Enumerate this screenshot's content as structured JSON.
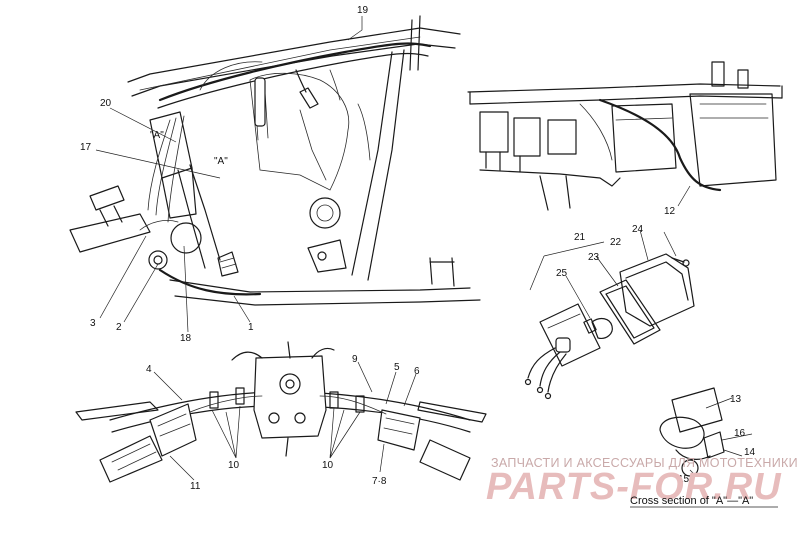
{
  "callouts": {
    "c1": "1",
    "c2": "2",
    "c3": "3",
    "c4": "4",
    "c5": "5",
    "c6": "6",
    "c78": "7·8",
    "c9": "9",
    "c10a": "10",
    "c10b": "10",
    "c11": "11",
    "c12": "12",
    "c13": "13",
    "c14": "14",
    "c15": "15",
    "c16": "16",
    "c17": "17",
    "c18": "18",
    "c19": "19",
    "c20": "20",
    "c21": "21",
    "c22": "22",
    "c23": "23",
    "c24": "24",
    "c25": "25"
  },
  "section_marks": {
    "a1": "\"A\"",
    "a2": "\"A\""
  },
  "caption": "Cross section of \"A\"—\"A\"",
  "watermark": {
    "tagline": "ЗАПЧАСТИ И АКСЕССУАРЫ ДЛЯ МОТОТЕХНИКИ",
    "logo": "PARTS-FOR.RU"
  }
}
